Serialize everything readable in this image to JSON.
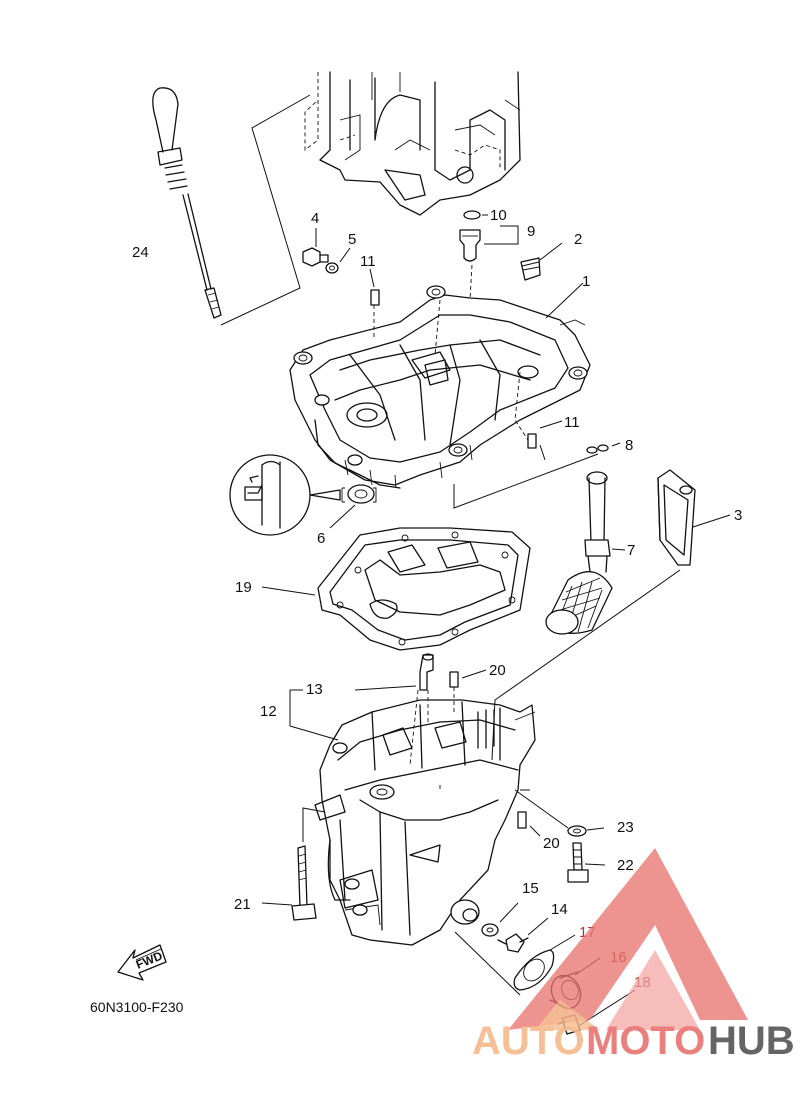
{
  "diagram_code": "60N3100-F230",
  "fwd_label": "FWD",
  "watermark": {
    "part1": "AUTO",
    "part2": "MOTO",
    "part3": "HUB",
    "color_light": "#f6b98a",
    "color_red": "#e8736f",
    "color_dark": "#555555"
  },
  "callouts": {
    "n1": "1",
    "n2": "2",
    "n3": "3",
    "n4": "4",
    "n5": "5",
    "n6": "6",
    "n7": "7",
    "n8": "8",
    "n9": "9",
    "n10": "10",
    "n11a": "11",
    "n11b": "11",
    "n12": "12",
    "n13": "13",
    "n14": "14",
    "n15": "15",
    "n16": "16",
    "n17": "17",
    "n18": "18",
    "n19": "19",
    "n20a": "20",
    "n20b": "20",
    "n21": "21",
    "n22": "22",
    "n23": "23",
    "n24": "24"
  }
}
